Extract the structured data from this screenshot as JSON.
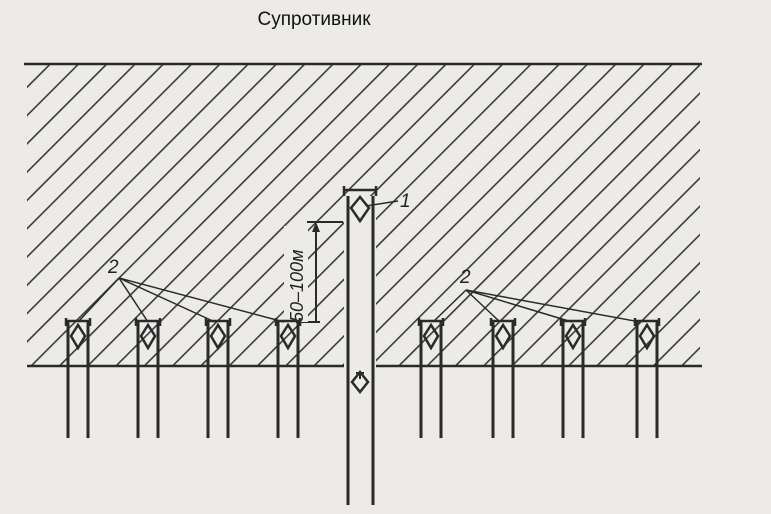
{
  "title": "Супротивник",
  "labels": {
    "point_1": "1",
    "group_2_left": "2",
    "group_2_right": "2",
    "distance": "50–100м"
  },
  "colors": {
    "background": "#ecebe8",
    "ink": "#2a2a2a",
    "hatch": "#3a3a3a"
  }
}
